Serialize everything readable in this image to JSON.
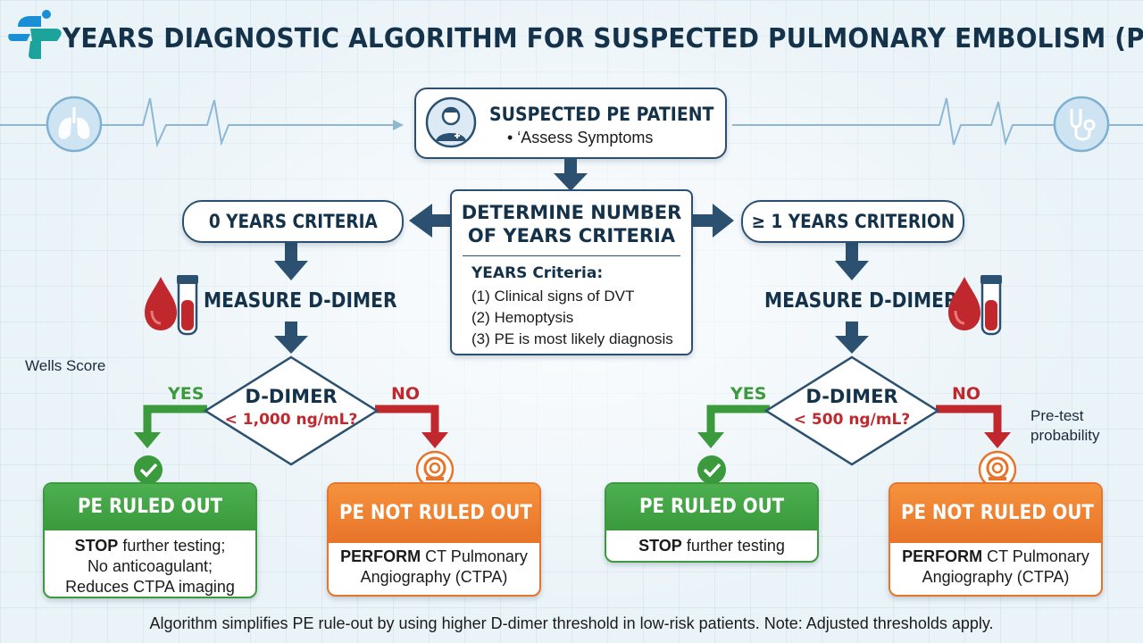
{
  "title": "YEARS DIAGNOSTIC ALGORITHM FOR SUSPECTED PULMONARY EMBOLISM (PE)",
  "start": {
    "heading": "SUSPECTED PE PATIENT",
    "bullet": "• ‘Assess Symptoms"
  },
  "determine": {
    "heading_line1": "DETERMINE NUMBER",
    "heading_line2": "OF YEARS CRITERIA",
    "criteria_title": "YEARS Criteria:",
    "criteria": [
      "(1) Clinical signs of DVT",
      "(2) Hemoptysis",
      "(3) PE is most likely diagnosis"
    ]
  },
  "left": {
    "branch_label": "0 YEARS CRITERIA",
    "measure": "MEASURE D-DIMER",
    "decision_line1": "D-DIMER",
    "decision_line2": "< 1,000 ng/mL?",
    "yes": "YES",
    "no": "NO",
    "ruled_out": {
      "title": "PE RULED OUT",
      "lines": [
        {
          "bold": "STOP",
          "text": " further testing;"
        },
        {
          "bold": "",
          "text": "No anticoagulant;"
        },
        {
          "bold": "",
          "text": "Reduces CTPA imaging"
        }
      ]
    },
    "not_ruled_out": {
      "title": "PE NOT RULED OUT",
      "lines": [
        {
          "bold": "PERFORM",
          "text": " CT Pulmonary"
        },
        {
          "bold": "",
          "text": "Angiography (CTPA)"
        }
      ]
    }
  },
  "right": {
    "branch_label": "≥ 1 YEARS CRITERION",
    "measure": "MEASURE D-DIMER",
    "decision_line1": "D-DIMER",
    "decision_line2": "< 500 ng/mL?",
    "yes": "YES",
    "no": "NO",
    "ruled_out": {
      "title": "PE RULED OUT",
      "lines": [
        {
          "bold": "STOP",
          "text": " further testing"
        }
      ]
    },
    "not_ruled_out": {
      "title": "PE NOT RULED OUT",
      "lines": [
        {
          "bold": "PERFORM",
          "text": " CT Pulmonary"
        },
        {
          "bold": "",
          "text": "Angiography (CTPA)"
        }
      ]
    }
  },
  "side_notes": {
    "wells": "Wells Score",
    "pretest_line1": "Pre-test",
    "pretest_line2": "probability"
  },
  "footer": "Algorithm simplifies PE rule-out by using higher D-dimer threshold in low-risk patients. Note: Adjusted thresholds apply.",
  "colors": {
    "navy": "#2c5170",
    "green": "#3a9a3c",
    "orange": "#e8742a",
    "red": "#c0282d",
    "teal": "#1ba39c"
  }
}
